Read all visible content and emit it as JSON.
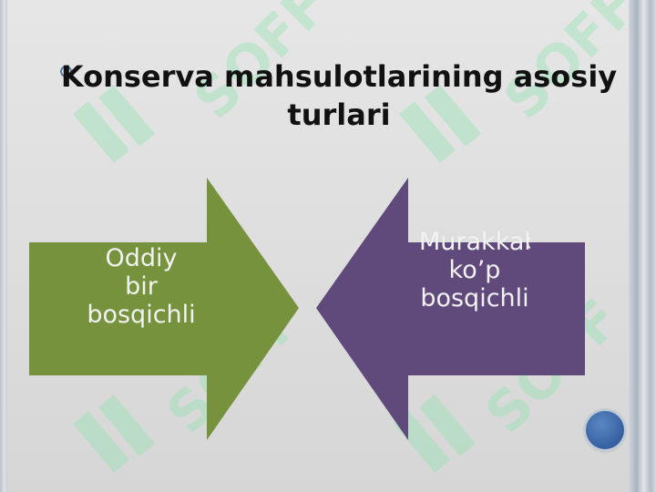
{
  "slide": {
    "title": "Konserva mahsulotlarining asosiy turlari",
    "watermark_text": "SOFF"
  },
  "diagram": {
    "left_arrow": {
      "label": "Oddiy bir bosqichli",
      "color": "#76923c"
    },
    "right_arrow": {
      "label": "Murakkab ko’p bosqichli",
      "color": "#604a7b"
    }
  },
  "colors": {
    "bullet": "#5a7fa8",
    "nav_button": "#3a66a6",
    "watermark": "#8ce6aa"
  }
}
